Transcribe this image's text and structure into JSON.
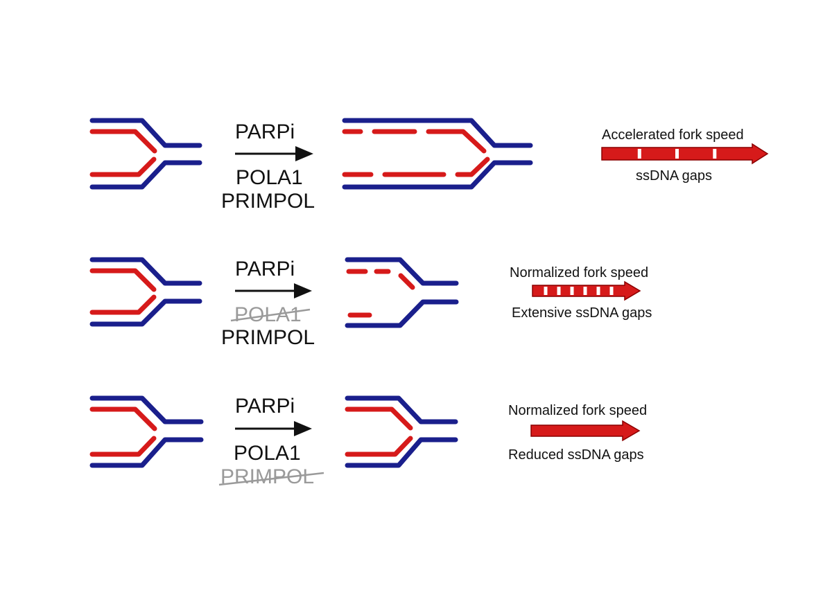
{
  "colors": {
    "parental_strand": "#1a1f8c",
    "nascent_strand": "#d61a1a",
    "arrow": "#111111",
    "struck_text": "#9a9a9a",
    "speed_arrow_fill": "#d61a1a",
    "speed_arrow_outline": "#8a0000",
    "gap_mark": "#ffffff"
  },
  "rows": [
    {
      "treatment": "PARPi",
      "factor_1": {
        "text": "POLA1",
        "struck": false
      },
      "factor_2": {
        "text": "PRIMPOL",
        "struck": false
      },
      "speed_label": "Accelerated fork speed",
      "gap_label": "ssDNA gaps",
      "speed_arrow_gaps": 3
    },
    {
      "treatment": "PARPi",
      "factor_1": {
        "text": "POLA1",
        "struck": true
      },
      "factor_2": {
        "text": "PRIMPOL",
        "struck": false
      },
      "speed_label": "Normalized fork speed",
      "gap_label": "Extensive ssDNA gaps",
      "speed_arrow_gaps": 6
    },
    {
      "treatment": "PARPi",
      "factor_1": {
        "text": "POLA1",
        "struck": false
      },
      "factor_2": {
        "text": "PRIMPOL",
        "struck": true
      },
      "speed_label": "Normalized fork speed",
      "gap_label": "Reduced ssDNA gaps",
      "speed_arrow_gaps": 0
    }
  ]
}
